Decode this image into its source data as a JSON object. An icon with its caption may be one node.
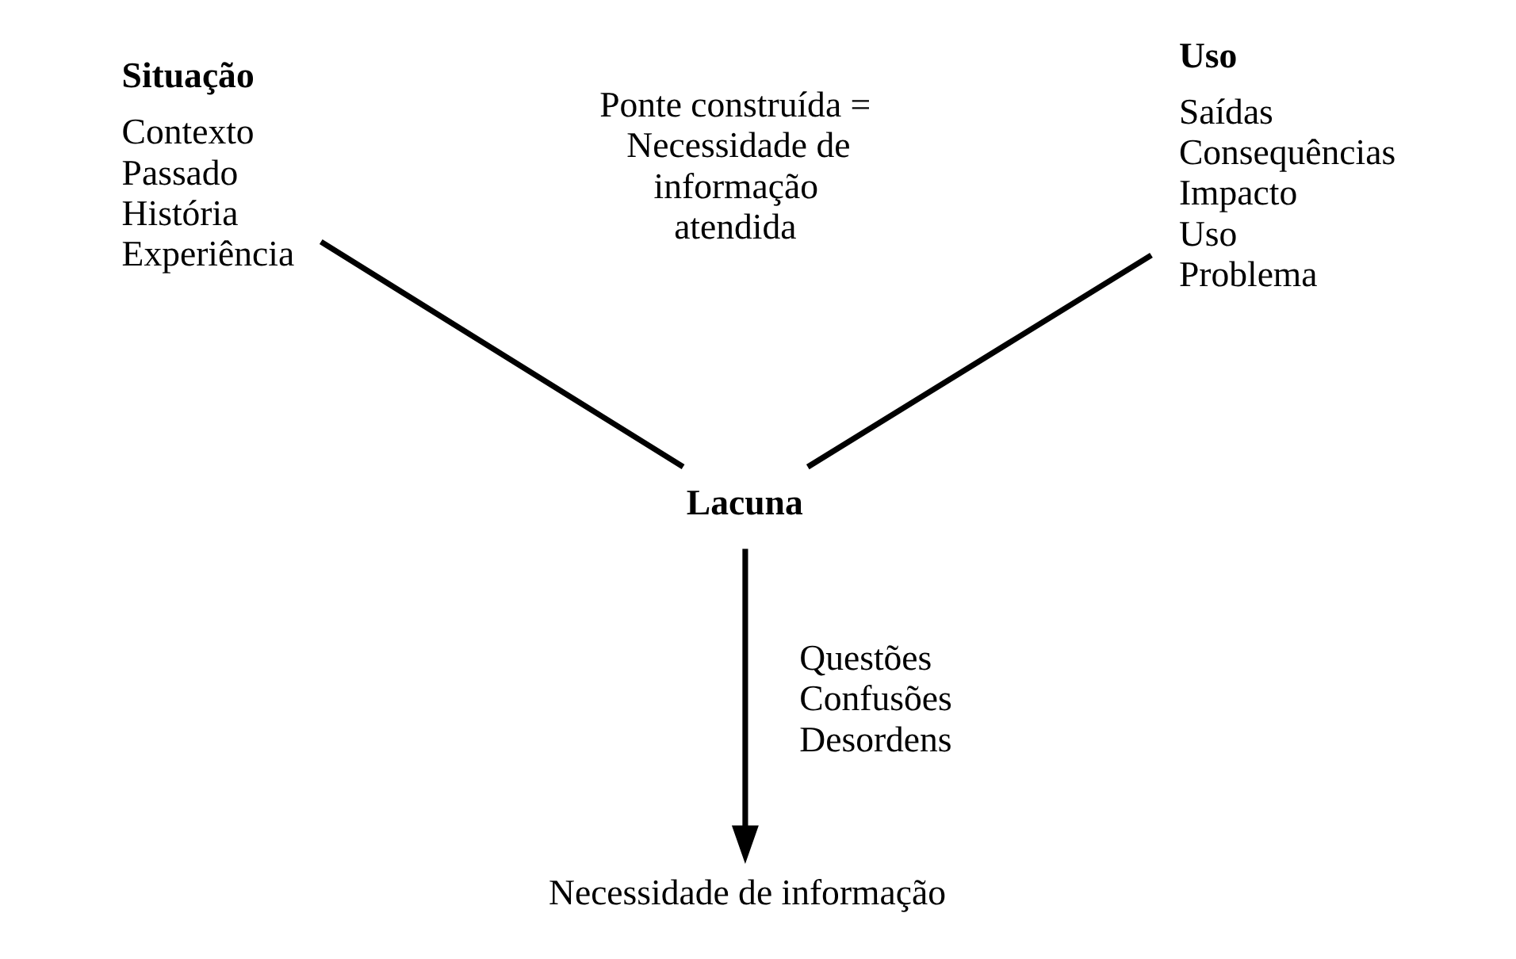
{
  "diagram": {
    "nodes": [
      {
        "text": [
          "Situação",
          "Contexto Passado História Experiência"
        ]
      },
      {
        "text": [
          "Uso",
          "Saídas Consequências Impacto Uso Problema"
        ]
      },
      {
        "text": [
          "Lacuna"
        ]
      },
      {
        "text": [
          "Necessidade de informação"
        ]
      }
    ],
    "edges": [
      {
        "from": 0,
        "to": 2,
        "arrow": "none"
      },
      {
        "from": 1,
        "to": 2,
        "arrow": "none"
      },
      {
        "from": 2,
        "to": 3,
        "arrow": "to",
        "label": "Questões Confusões Desordens"
      }
    ],
    "labels": [
      "Ponte construída = Necessidade de informação atendida"
    ]
  }
}
